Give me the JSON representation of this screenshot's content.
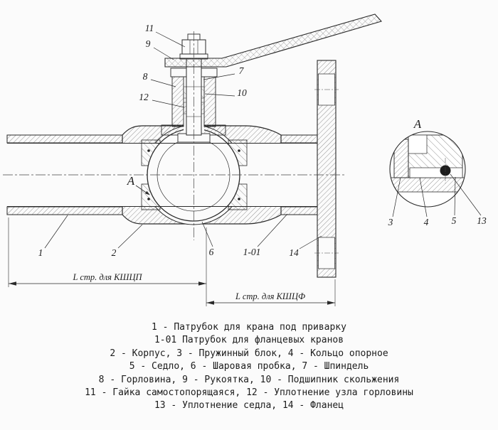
{
  "drawing": {
    "view_marker": "A",
    "detail_title": "A",
    "callouts": {
      "n1": "1",
      "n101": "1-01",
      "n2": "2",
      "n3": "3",
      "n4": "4",
      "n5": "5",
      "n6": "6",
      "n7": "7",
      "n8": "8",
      "n9": "9",
      "n10": "10",
      "n11": "11",
      "n12": "12",
      "n13": "13",
      "n14": "14"
    },
    "dimensions": {
      "kshcp": "L стр. для КШЦП",
      "kshcf": "L стр. для КШЦФ"
    }
  },
  "legend": {
    "lines": [
      "1 - Патрубок для крана под приварку",
      "1-01 Патрубок для фланцевых кранов",
      "2 - Корпус, 3 - Пружинный блок, 4 - Кольцо опорное",
      "5 - Седло, 6 - Шаровая пробка, 7 - Шпиндель",
      "8 - Горловина, 9 - Рукоятка, 10 - Подшипник скольжения",
      "11 - Гайка самостопорящаяся, 12 - Уплотнение узла горловины",
      "13 - Уплотнение седла, 14 - Фланец"
    ]
  }
}
